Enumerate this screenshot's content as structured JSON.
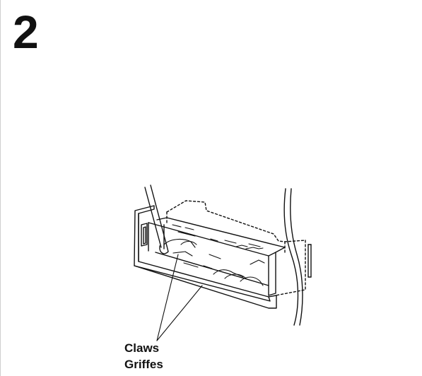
{
  "step": {
    "number": "2"
  },
  "callout": {
    "label_primary": "Claws",
    "label_secondary": "Griffes"
  }
}
